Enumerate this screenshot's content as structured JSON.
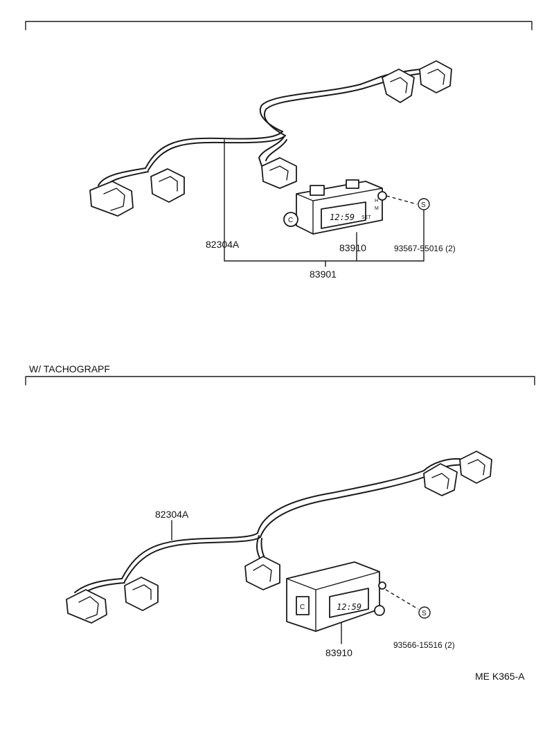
{
  "top": {
    "harness_part": "82304A",
    "clock_part": "83910",
    "screw_part": "93567-55016 (2)",
    "assembly_part": "83901",
    "clock_display": "12:59",
    "set_label": "SET",
    "h_label": "H",
    "m_label": "M",
    "c_label": "C",
    "s_label": "S"
  },
  "bottom": {
    "section_title": "W/ TACHOGRAPF",
    "harness_part": "82304A",
    "clock_part": "83910",
    "screw_part": "93566-15516 (2)",
    "clock_display": "12:59",
    "c_label": "C",
    "s_label": "S"
  },
  "footer": {
    "code": "ME  K365-A"
  }
}
